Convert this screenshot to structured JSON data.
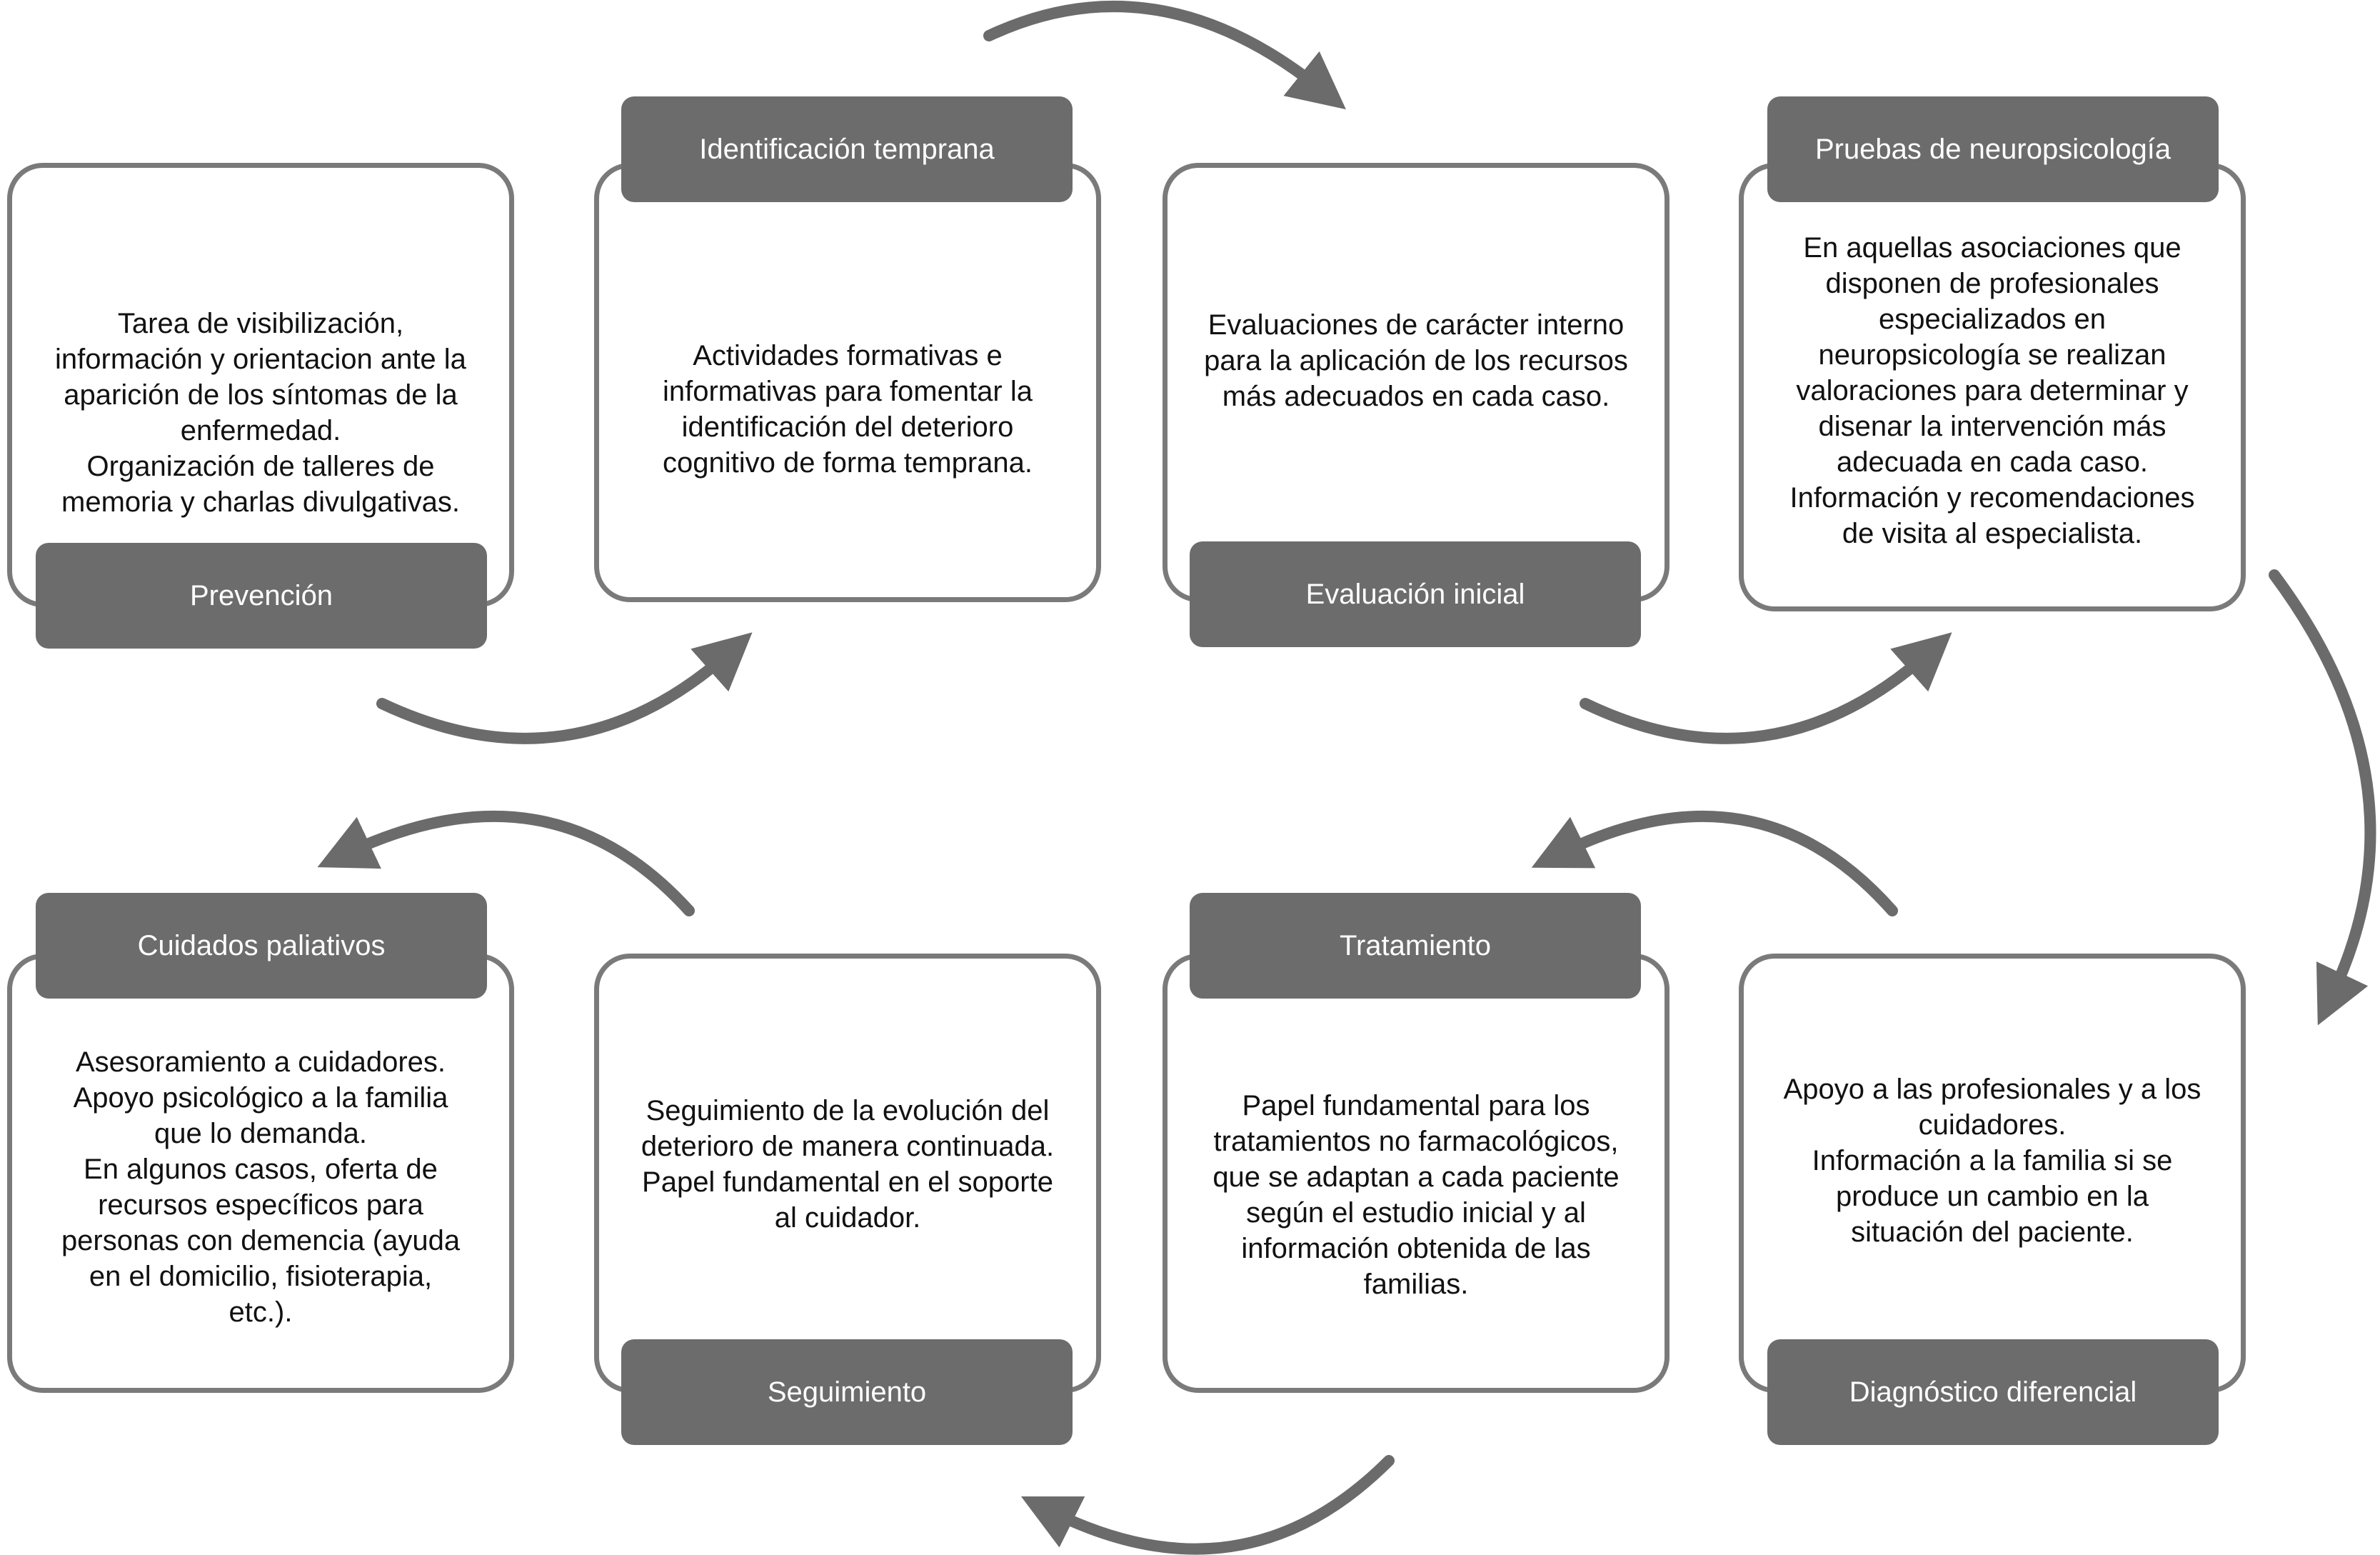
{
  "colors": {
    "card_border": "#7a7a7a",
    "tab_background": "#6c6c6c",
    "tab_text": "#ffffff",
    "body_text": "#111111",
    "arrow": "#6b6b6b"
  },
  "stages": [
    {
      "id": "prevencion",
      "title": "Prevención",
      "text": "Tarea de visibilización,\ninformación y orientacion ante la\naparición de los síntomas de la\nenfermedad.\nOrganización de talleres de\nmemoria y charlas divulgativas."
    },
    {
      "id": "identificacion-temprana",
      "title": "Identificación temprana",
      "text": "Actividades formativas e\ninformativas para fomentar la\nidentificación del deterioro\ncognitivo de forma temprana."
    },
    {
      "id": "evaluacion-inicial",
      "title": "Evaluación inicial",
      "text": "Evaluaciones de carácter interno\npara la aplicación de los recursos\nmás adecuados en cada caso."
    },
    {
      "id": "pruebas-neuropsicologia",
      "title": "Pruebas de neuropsicología",
      "text": "En aquellas asociaciones que\ndisponen de profesionales\nespecializados en\nneuropsicología se realizan\nvaloraciones para determinar y\ndisenar la intervención más\nadecuada en cada caso.\nInformación y recomendaciones\nde visita al especialista."
    },
    {
      "id": "diagnostico-diferencial",
      "title": "Diagnóstico diferencial",
      "text": "Apoyo a las profesionales y a los\ncuidadores.\nInformación a la familia si se\nproduce un cambio en la\nsituación del paciente."
    },
    {
      "id": "tratamiento",
      "title": "Tratamiento",
      "text": "Papel fundamental para los\ntratamientos no farmacológicos,\nque se adaptan a cada paciente\nsegún el estudio inicial y al\ninformación obtenida de las\nfamilias."
    },
    {
      "id": "seguimiento",
      "title": "Seguimiento",
      "text": "Seguimiento de la evolución del\ndeterioro de manera continuada.\nPapel fundamental en el soporte\nal cuidador."
    },
    {
      "id": "cuidados-paliativos",
      "title": "Cuidados paliativos",
      "text": "Asesoramiento a cuidadores.\nApoyo psicológico a la familia\nque lo demanda.\nEn algunos casos, oferta de\nrecursos específicos para\npersonas con demencia (ayuda\nen el domicilio, fisioterapia,\netc.)."
    }
  ]
}
